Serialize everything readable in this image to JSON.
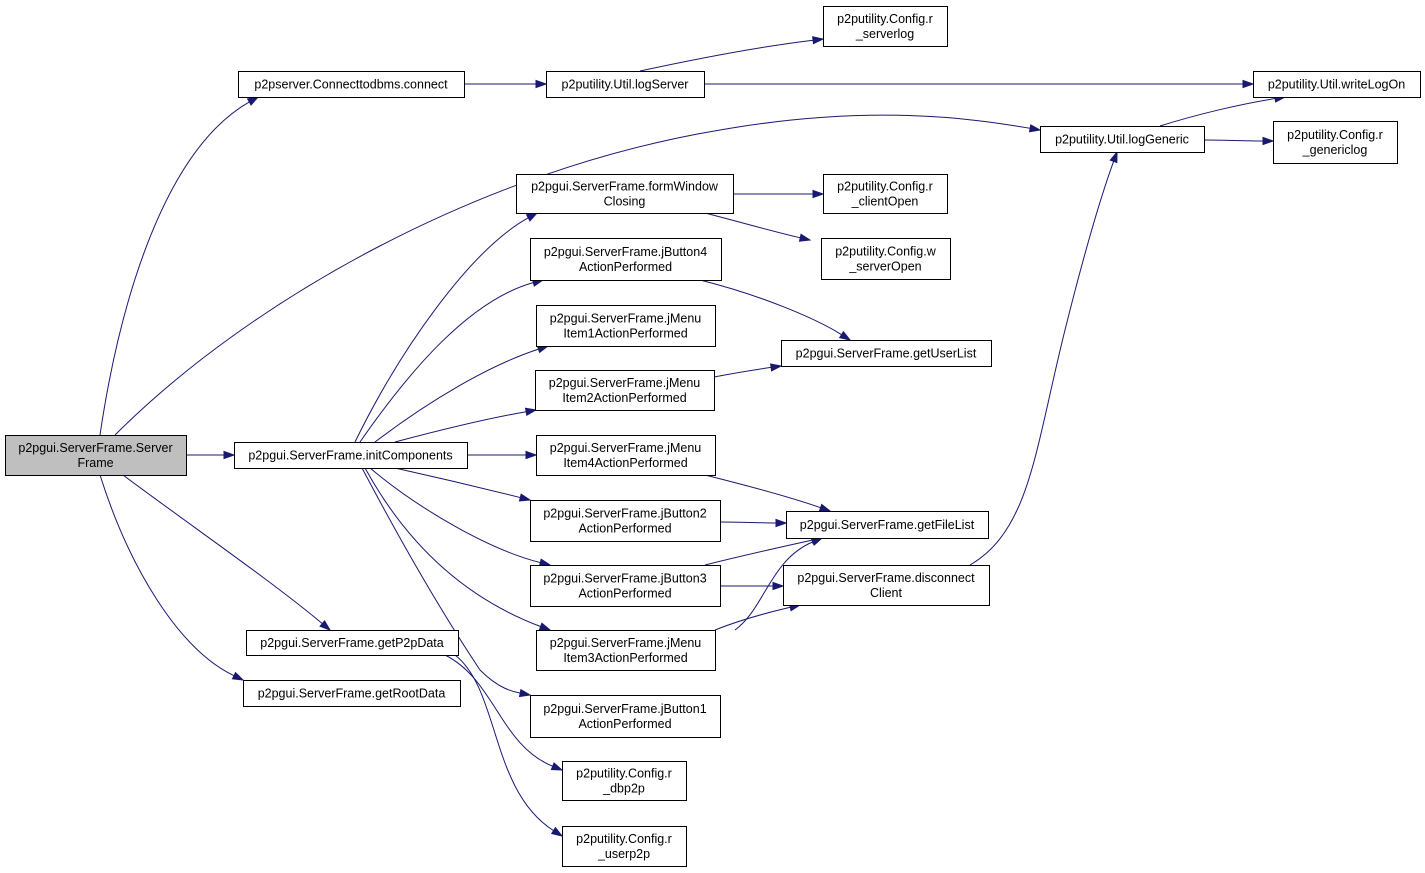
{
  "diagram": {
    "nodes": [
      {
        "id": "n_root",
        "lines": [
          "p2pgui.ServerFrame.Server",
          "Frame"
        ],
        "highlighted": true
      },
      {
        "id": "n_connect",
        "lines": [
          "p2pserver.Connecttodbms.connect"
        ]
      },
      {
        "id": "n_logserver",
        "lines": [
          "p2putility.Util.logServer"
        ]
      },
      {
        "id": "n_rserverlog",
        "lines": [
          "p2putility.Config.r",
          "_serverlog"
        ]
      },
      {
        "id": "n_writelogon",
        "lines": [
          "p2putility.Util.writeLogOn"
        ]
      },
      {
        "id": "n_loggeneric",
        "lines": [
          "p2putility.Util.logGeneric"
        ]
      },
      {
        "id": "n_rgenericlog",
        "lines": [
          "p2putility.Config.r",
          "_genericlog"
        ]
      },
      {
        "id": "n_initcomponents",
        "lines": [
          "p2pgui.ServerFrame.initComponents"
        ]
      },
      {
        "id": "n_formwindow",
        "lines": [
          "p2pgui.ServerFrame.formWindow",
          "Closing"
        ]
      },
      {
        "id": "n_rclientopen",
        "lines": [
          "p2putility.Config.r",
          "_clientOpen"
        ]
      },
      {
        "id": "n_wserveropen",
        "lines": [
          "p2putility.Config.w",
          "_serverOpen"
        ]
      },
      {
        "id": "n_jbutton4",
        "lines": [
          "p2pgui.ServerFrame.jButton4",
          "ActionPerformed"
        ]
      },
      {
        "id": "n_jmenuitem1",
        "lines": [
          "p2pgui.ServerFrame.jMenu",
          "Item1ActionPerformed"
        ]
      },
      {
        "id": "n_getuserlist",
        "lines": [
          "p2pgui.ServerFrame.getUserList"
        ]
      },
      {
        "id": "n_jmenuitem2",
        "lines": [
          "p2pgui.ServerFrame.jMenu",
          "Item2ActionPerformed"
        ]
      },
      {
        "id": "n_jmenuitem4",
        "lines": [
          "p2pgui.ServerFrame.jMenu",
          "Item4ActionPerformed"
        ]
      },
      {
        "id": "n_jbutton2",
        "lines": [
          "p2pgui.ServerFrame.jButton2",
          "ActionPerformed"
        ]
      },
      {
        "id": "n_getfilelist",
        "lines": [
          "p2pgui.ServerFrame.getFileList"
        ]
      },
      {
        "id": "n_jbutton3",
        "lines": [
          "p2pgui.ServerFrame.jButton3",
          "ActionPerformed"
        ]
      },
      {
        "id": "n_disconnectclient",
        "lines": [
          "p2pgui.ServerFrame.disconnect",
          "Client"
        ]
      },
      {
        "id": "n_jmenuitem3",
        "lines": [
          "p2pgui.ServerFrame.jMenu",
          "Item3ActionPerformed"
        ]
      },
      {
        "id": "n_jbutton1",
        "lines": [
          "p2pgui.ServerFrame.jButton1",
          "ActionPerformed"
        ]
      },
      {
        "id": "n_getp2pdata",
        "lines": [
          "p2pgui.ServerFrame.getP2pData"
        ]
      },
      {
        "id": "n_getrootdata",
        "lines": [
          "p2pgui.ServerFrame.getRootData"
        ]
      },
      {
        "id": "n_rdbp2p",
        "lines": [
          "p2putility.Config.r",
          "_dbp2p"
        ]
      },
      {
        "id": "n_ruserp2p",
        "lines": [
          "p2putility.Config.r",
          "_userp2p"
        ]
      }
    ],
    "edges": [
      {
        "from": "n_root",
        "to": "n_connect"
      },
      {
        "from": "n_root",
        "to": "n_loggeneric"
      },
      {
        "from": "n_root",
        "to": "n_initcomponents"
      },
      {
        "from": "n_root",
        "to": "n_getp2pdata"
      },
      {
        "from": "n_root",
        "to": "n_getrootdata"
      },
      {
        "from": "n_connect",
        "to": "n_logserver"
      },
      {
        "from": "n_logserver",
        "to": "n_rserverlog"
      },
      {
        "from": "n_logserver",
        "to": "n_writelogon"
      },
      {
        "from": "n_loggeneric",
        "to": "n_writelogon"
      },
      {
        "from": "n_loggeneric",
        "to": "n_rgenericlog"
      },
      {
        "from": "n_initcomponents",
        "to": "n_formwindow"
      },
      {
        "from": "n_initcomponents",
        "to": "n_jbutton4"
      },
      {
        "from": "n_initcomponents",
        "to": "n_jmenuitem1"
      },
      {
        "from": "n_initcomponents",
        "to": "n_jmenuitem2"
      },
      {
        "from": "n_initcomponents",
        "to": "n_jmenuitem4"
      },
      {
        "from": "n_initcomponents",
        "to": "n_jbutton2"
      },
      {
        "from": "n_initcomponents",
        "to": "n_jbutton3"
      },
      {
        "from": "n_initcomponents",
        "to": "n_jmenuitem3"
      },
      {
        "from": "n_initcomponents",
        "to": "n_jbutton1"
      },
      {
        "from": "n_formwindow",
        "to": "n_rclientopen"
      },
      {
        "from": "n_formwindow",
        "to": "n_wserveropen"
      },
      {
        "from": "n_jbutton4",
        "to": "n_getuserlist"
      },
      {
        "from": "n_jmenuitem2",
        "to": "n_getuserlist"
      },
      {
        "from": "n_jmenuitem4",
        "to": "n_getfilelist"
      },
      {
        "from": "n_jbutton2",
        "to": "n_getfilelist"
      },
      {
        "from": "n_jbutton3",
        "to": "n_getfilelist"
      },
      {
        "from": "n_jbutton3",
        "to": "n_disconnectclient"
      },
      {
        "from": "n_jmenuitem3",
        "to": "n_getfilelist"
      },
      {
        "from": "n_jmenuitem3",
        "to": "n_disconnectclient"
      },
      {
        "from": "n_disconnectclient",
        "to": "n_loggeneric"
      },
      {
        "from": "n_getp2pdata",
        "to": "n_rdbp2p"
      },
      {
        "from": "n_getp2pdata",
        "to": "n_ruserp2p"
      }
    ]
  }
}
